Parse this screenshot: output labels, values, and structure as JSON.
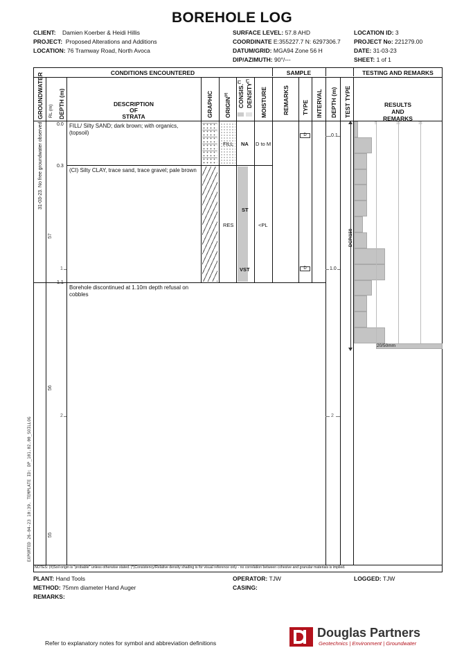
{
  "title": "BOREHOLE LOG",
  "header": {
    "client_label": "CLIENT:",
    "client": "Damien Koerber & Heidi Hillis",
    "project_label": "PROJECT:",
    "project": "Proposed Alterations and Additions",
    "location_label": "LOCATION:",
    "location": "76 Tramway Road, North Avoca",
    "surface_level_label": "SURFACE LEVEL:",
    "surface_level": "57.8 AHD",
    "coordinate_label": "COORDINATE",
    "coordinate": "E:355227.7 N: 6297306.7",
    "datum_label": "DATUM/GRID:",
    "datum": "MGA94 Zone 56 H",
    "dip_label": "DIP/AZIMUTH:",
    "dip": "90°/---",
    "location_id_label": "LOCATION ID:",
    "location_id": "3",
    "project_no_label": "PROJECT No:",
    "project_no": "221279.00",
    "date_label": "DATE:",
    "date": "31-03-23",
    "sheet_label": "SHEET:",
    "sheet": "1 of 1"
  },
  "sections": {
    "conditions": "CONDITIONS ENCOUNTERED",
    "sample": "SAMPLE",
    "testing": "TESTING AND REMARKS"
  },
  "columns": {
    "groundwater": "GROUNDWATER",
    "rl": "RL (m)",
    "depth": "DEPTH (m)",
    "description_1": "DESCRIPTION",
    "description_2": "OF",
    "description_3": "STRATA",
    "graphic": "GRAPHIC",
    "origin": "ORIGIN",
    "origin_sup": "(#)",
    "consis": "CONSIS.",
    "consis_sup": "(*)",
    "density": "DENSITY",
    "density_sup": "(*)",
    "moisture": "MOISTURE",
    "remarks": "REMARKS",
    "type": "TYPE",
    "interval": "INTERVAL",
    "depth2": "DEPTH (m)",
    "test_type": "TEST TYPE",
    "results_1": "RESULTS",
    "results_2": "AND",
    "results_3": "REMARKS"
  },
  "groundwater_note": "31-03-23. No free groundwater observed",
  "strata": [
    {
      "top": "0.0",
      "description": "FILL/ Silty SAND; dark brown; with organics, (topsoil)",
      "origin": "FILL",
      "consistency": "NA",
      "moisture": "D to M"
    },
    {
      "top": "0.3",
      "description": "(CI) Silty CLAY, trace sand, trace gravel; pale brown",
      "origin": "RES",
      "consistency_1": "ST",
      "consistency_2": "VST",
      "moisture": "<PL"
    },
    {
      "top": "1.1",
      "description": "Borehole discontinued at 1.10m depth refusal on cobbles"
    }
  ],
  "depth_scale": {
    "d1": "1",
    "d2": "2"
  },
  "rl_scale": {
    "rl57": "57",
    "rl56": "56",
    "rl55": "55"
  },
  "samples": [
    {
      "type": "D",
      "depth": "0.1"
    },
    {
      "type": "D",
      "depth": "1.0"
    }
  ],
  "test_type": "DCP/150",
  "dcp_axis": {
    "t5": "5",
    "t10": "10",
    "t15": "15"
  },
  "dcp_blows": [
    1,
    4,
    3,
    3,
    3,
    3,
    2,
    3,
    7,
    7,
    4,
    3,
    3,
    7
  ],
  "dcp_result": "20/50mm",
  "notes": "NOTES: (#)Soil origin is \"probable\" unless otherwise stated. (*)Consistency/Relative density shading is for visual reference only - no correlation between cohesive and granular materials is implied.",
  "export_stamp": "EXPORTED 26-04-23 10:39. TEMPLATE ID: DP_101.02.00_SOILLOG",
  "footer": {
    "plant_label": "PLANT:",
    "plant": "Hand Tools",
    "method_label": "METHOD:",
    "method": "75mm diameter Hand Auger",
    "remarks_label": "REMARKS:",
    "remarks": "",
    "operator_label": "OPERATOR:",
    "operator": "TJW",
    "casing_label": "CASING:",
    "casing": "",
    "logged_label": "LOGGED:",
    "logged": "TJW"
  },
  "refer_note": "Refer to explanatory notes for symbol and abbreviation definitions",
  "brand": {
    "name": "Douglas Partners",
    "tagline": "Geotechnics | Environment | Groundwater",
    "color": "#b3121c"
  }
}
